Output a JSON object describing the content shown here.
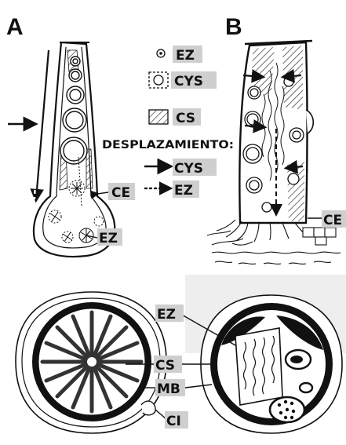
{
  "panels": {
    "a": "A",
    "b": "B"
  },
  "legend": {
    "ez": "EZ",
    "cys": "CYS",
    "cs": "CS",
    "displacement_title": "DESPLAZAMIENTO:",
    "disp_cys": "CYS",
    "disp_ez": "EZ"
  },
  "labels": {
    "a_ce": "CE",
    "a_ez": "EZ",
    "b_ce": "CE",
    "c_ez": "EZ",
    "c_cs": "CS",
    "c_mb": "MB",
    "c_ci": "CI"
  }
}
